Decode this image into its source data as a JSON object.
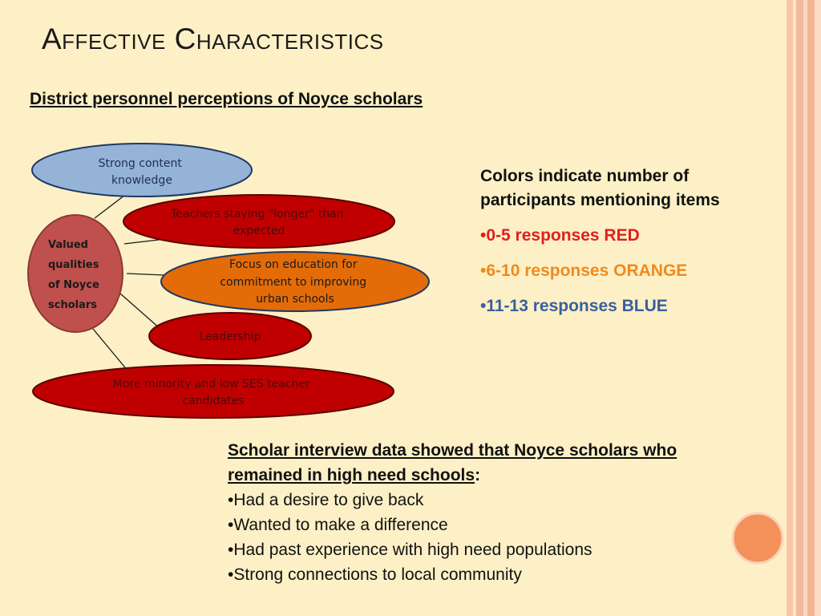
{
  "slide": {
    "title": "Affective Characteristics",
    "subtitle": "District personnel perceptions of Noyce scholars"
  },
  "diagram": {
    "center": {
      "lines": [
        "Valued",
        "qualities",
        "of Noyce",
        "scholars"
      ],
      "color": "#c0504d"
    },
    "items": [
      {
        "lines": [
          "Strong content",
          "knowledge"
        ],
        "color": "#95b3d7"
      },
      {
        "lines": [
          "Teachers staying \"longer\" than",
          "expected"
        ],
        "color": "#c00000"
      },
      {
        "lines": [
          "Focus on education for",
          "commitment to improving",
          "urban schools"
        ],
        "color": "#e36c09"
      },
      {
        "lines": [
          "Leadership"
        ],
        "color": "#c00000"
      },
      {
        "lines": [
          "More minority and low SES teacher",
          "candidates"
        ],
        "color": "#c00000"
      }
    ]
  },
  "legend": {
    "heading": "Colors indicate number of participants mentioning items",
    "items": [
      {
        "bullet": "•",
        "text": "0-5 responses RED",
        "color": "#e02020"
      },
      {
        "bullet": "•",
        "text": "6-10 responses ORANGE",
        "color": "#f08a1e"
      },
      {
        "bullet": "•",
        "text": "11-13 responses BLUE",
        "color": "#3a5f9f"
      }
    ]
  },
  "interview": {
    "heading": "Scholar interview data showed that Noyce scholars who remained in high need schools",
    "colon": ":",
    "bullets": [
      "•Had a desire to give back",
      "•Wanted to make a difference",
      "•Had past experience with high need populations",
      "•Strong connections to local community"
    ]
  }
}
